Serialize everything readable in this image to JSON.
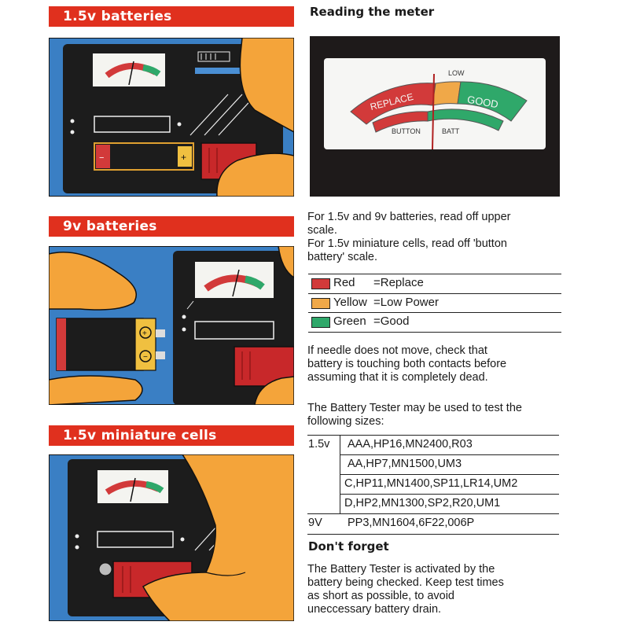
{
  "banners": {
    "b1": "1.5v batteries",
    "b2": "9v batteries",
    "b3": "1.5v miniature cells"
  },
  "meter": {
    "heading": "Reading the meter",
    "low_label": "LOW",
    "replace_label": "REPLACE",
    "good_label": "GOOD",
    "button_label": "BUTTON",
    "batt_label": "BATT"
  },
  "instructions": {
    "line1": "For 1.5v and 9v batteries, read off upper",
    "line2": "scale.",
    "line3": "For 1.5v miniature cells, read off 'button",
    "line4": "battery' scale."
  },
  "legend": [
    {
      "name": "Red",
      "meaning": "=Replace",
      "color": "#d23a3a"
    },
    {
      "name": "Yellow",
      "meaning": "=Low Power",
      "color": "#f0a848"
    },
    {
      "name": "Green",
      "meaning": "=Good",
      "color": "#2fa86a"
    }
  ],
  "needle_note": {
    "line1": "If needle does not move, check that",
    "line2": "battery is touching both contacts before",
    "line3": "assuming that it is completely dead."
  },
  "sizes_intro": {
    "line1": "The Battery Tester may be used to test the",
    "line2": "following sizes:"
  },
  "sizes": {
    "v15_label": "1.5v",
    "v15_rows": [
      "AAA,HP16,MN2400,R03",
      "AA,HP7,MN1500,UM3",
      "C,HP11,MN1400,SP11,LR14,UM2",
      "D,HP2,MN1300,SP2,R20,UM1"
    ],
    "v9_label": "9V",
    "v9_row": "PP3,MN1604,6F22,006P"
  },
  "dont_forget": {
    "heading": "Don't forget",
    "line1": "The Battery Tester is activated by the",
    "line2": "battery being checked. Keep test times",
    "line3": "as short as possible, to avoid",
    "line4": "uneccessary battery drain."
  },
  "colors": {
    "banner_red": "#e0301e",
    "scene_blue": "#3a7fc4",
    "device_black": "#1c1c1c",
    "finger": "#f4a43a"
  }
}
